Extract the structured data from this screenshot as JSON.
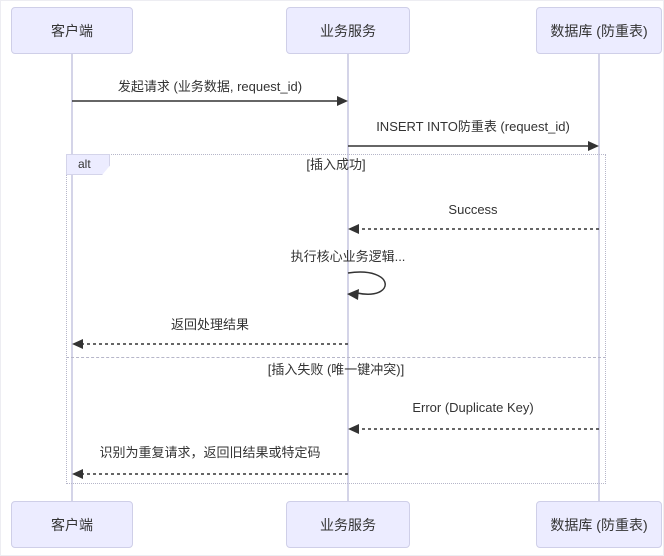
{
  "diagram": {
    "type": "sequence-diagram",
    "participants": [
      {
        "name": "客户端"
      },
      {
        "name": "业务服务"
      },
      {
        "name": "数据库 (防重表)"
      }
    ],
    "messages": [
      {
        "from": "客户端",
        "to": "业务服务",
        "label": "发起请求 (业务数据, request_id)",
        "style": "solid-arrow"
      },
      {
        "from": "业务服务",
        "to": "数据库 (防重表)",
        "label": "INSERT INTO防重表 (request_id)",
        "style": "solid-arrow"
      },
      {
        "from": "数据库 (防重表)",
        "to": "业务服务",
        "label": "Success",
        "style": "dashed-arrow"
      },
      {
        "from": "业务服务",
        "to": "业务服务",
        "label": "执行核心业务逻辑...",
        "style": "self-loop"
      },
      {
        "from": "业务服务",
        "to": "客户端",
        "label": "返回处理结果",
        "style": "dashed-arrow"
      },
      {
        "from": "数据库 (防重表)",
        "to": "业务服务",
        "label": "Error (Duplicate Key)",
        "style": "dashed-arrow"
      },
      {
        "from": "业务服务",
        "to": "客户端",
        "label": "识别为重复请求，返回旧结果或特定码",
        "style": "dashed-arrow"
      }
    ],
    "alt_block": {
      "keyword": "alt",
      "case_success": "[插入成功]",
      "case_failure": "[插入失败 (唯一键冲突)]"
    },
    "colors": {
      "actor_fill": "#ECECFF",
      "actor_border": "#CFCFE8",
      "lifeline": "#C9C9E2",
      "message_line": "#333333",
      "frame_border": "#B6B6C9",
      "text": "#333333"
    }
  }
}
